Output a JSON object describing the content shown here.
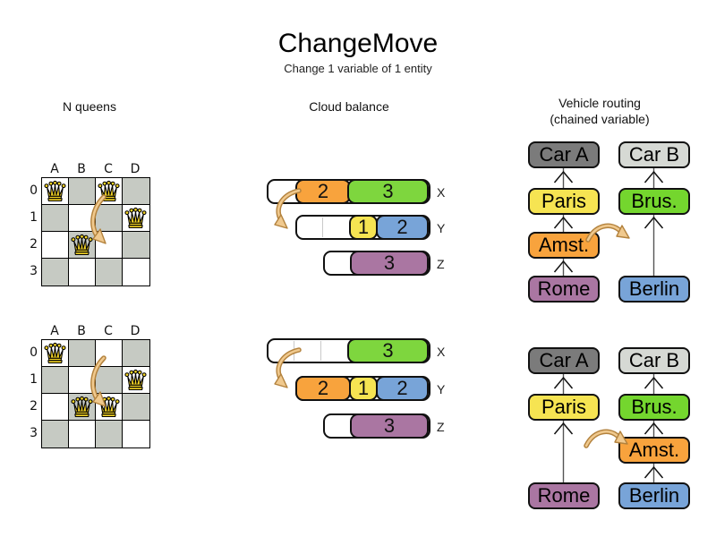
{
  "title": "ChangeMove",
  "subtitle": "Change 1 variable of 1 entity",
  "sections": {
    "nqueens": {
      "header": "N queens",
      "col_labels": [
        "A",
        "B",
        "C",
        "D"
      ],
      "row_labels": [
        "0",
        "1",
        "2",
        "3"
      ],
      "before": {
        "queens": [
          "A0",
          "C0",
          "D1",
          "B2"
        ],
        "move_from": "C0",
        "move_to": "C2"
      },
      "after": {
        "queens": [
          "A0",
          "D1",
          "B2",
          "C2"
        ],
        "move_from": "C0",
        "move_to": "C2"
      }
    },
    "cloud": {
      "header": "Cloud balance",
      "before": {
        "rows": [
          {
            "label": "X",
            "empty_units": 1,
            "segments": [
              {
                "value": "2",
                "color": "orange",
                "units": 2
              },
              {
                "value": "3",
                "color": "green",
                "units": 3
              }
            ]
          },
          {
            "label": "Y",
            "empty_units": 2,
            "segments": [
              {
                "value": "1",
                "color": "yellow",
                "units": 1
              },
              {
                "value": "2",
                "color": "blue",
                "units": 2
              }
            ]
          },
          {
            "label": "Z",
            "empty_units": 1,
            "segments": [
              {
                "value": "3",
                "color": "purple",
                "units": 3
              }
            ]
          }
        ],
        "move": "process 2 from X to Y"
      },
      "after": {
        "rows": [
          {
            "label": "X",
            "empty_units": 3,
            "segments": [
              {
                "value": "3",
                "color": "green",
                "units": 3
              }
            ]
          },
          {
            "label": "Y",
            "empty_units": 0,
            "segments": [
              {
                "value": "2",
                "color": "orange",
                "units": 2
              },
              {
                "value": "1",
                "color": "yellow",
                "units": 1
              },
              {
                "value": "2",
                "color": "blue",
                "units": 2
              }
            ]
          },
          {
            "label": "Z",
            "empty_units": 1,
            "segments": [
              {
                "value": "3",
                "color": "purple",
                "units": 3
              }
            ]
          }
        ]
      }
    },
    "vehicle": {
      "header_line1": "Vehicle routing",
      "header_line2": "(chained variable)",
      "before": {
        "chain_a": [
          "Car A",
          "Paris",
          "Amst.",
          "Rome"
        ],
        "chain_b": [
          "Car B",
          "Brus.",
          "Berlin"
        ]
      },
      "after": {
        "chain_a": [
          "Car A",
          "Paris",
          "Rome"
        ],
        "chain_b": [
          "Car B",
          "Brus.",
          "Amst.",
          "Berlin"
        ]
      }
    }
  },
  "colors": {
    "board_dark_cell": "#c6cac3",
    "orange": "#f8a33d",
    "green": "#74d62e",
    "yellow": "#f6e452",
    "blue": "#78a4d8",
    "purple": "#aa76a2",
    "car_a_gray": "#7b7b7b",
    "car_b_gray": "#d6d9d4",
    "move_arrow_fill": "#f0c98e",
    "move_arrow_outline": "#b3823d"
  }
}
